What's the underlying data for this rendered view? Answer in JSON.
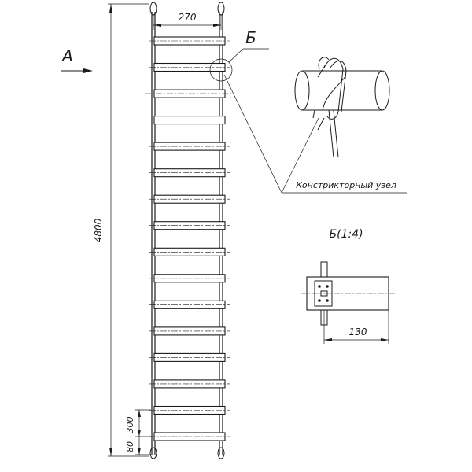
{
  "view_marker": {
    "label": "А"
  },
  "callout_marker": {
    "label": "Б"
  },
  "dimensions": {
    "width": "270",
    "height": "4800",
    "rung_spacing": "300",
    "bottom_gap": "80",
    "rung_length": "130"
  },
  "knot": {
    "label": "Констрикторный узел"
  },
  "detail": {
    "title": "Б(1:4)"
  },
  "ladder": {
    "rung_count": 16
  }
}
